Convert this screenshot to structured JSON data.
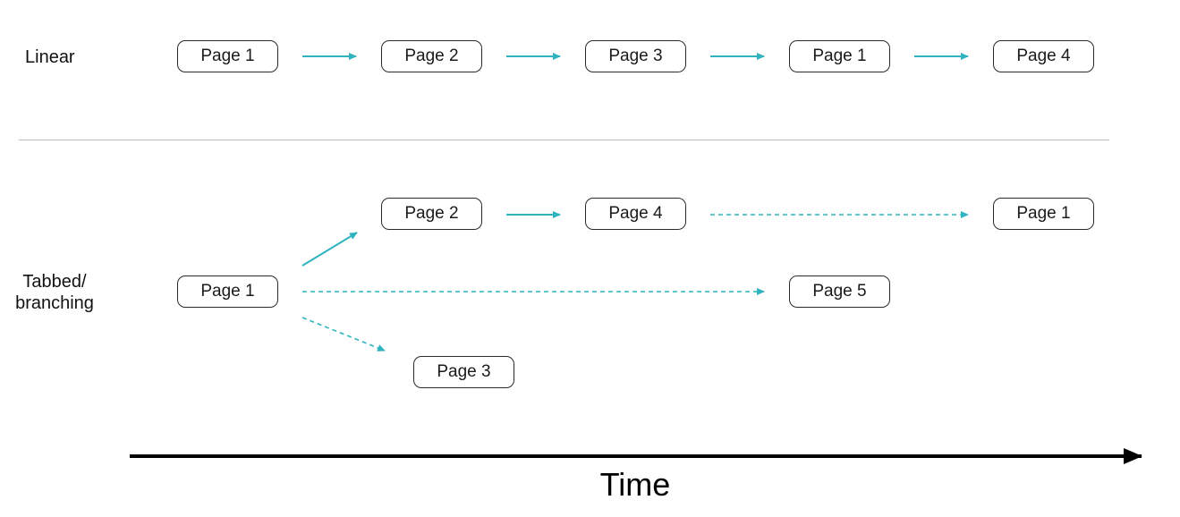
{
  "rows": {
    "linear": {
      "label": "Linear",
      "pages": [
        "Page 1",
        "Page 2",
        "Page 3",
        "Page 1",
        "Page 4"
      ]
    },
    "tabbed": {
      "label_line1": "Tabbed/",
      "label_line2": "branching",
      "root": "Page 1",
      "branch_top": [
        "Page 2",
        "Page 4",
        "Page 1"
      ],
      "branch_middle": "Page 5",
      "branch_bottom": "Page 3"
    }
  },
  "axis": {
    "label": "Time"
  },
  "colors": {
    "arrow": "#2fb3bf",
    "axis": "#000000",
    "node_border": "#2a2a2a"
  }
}
